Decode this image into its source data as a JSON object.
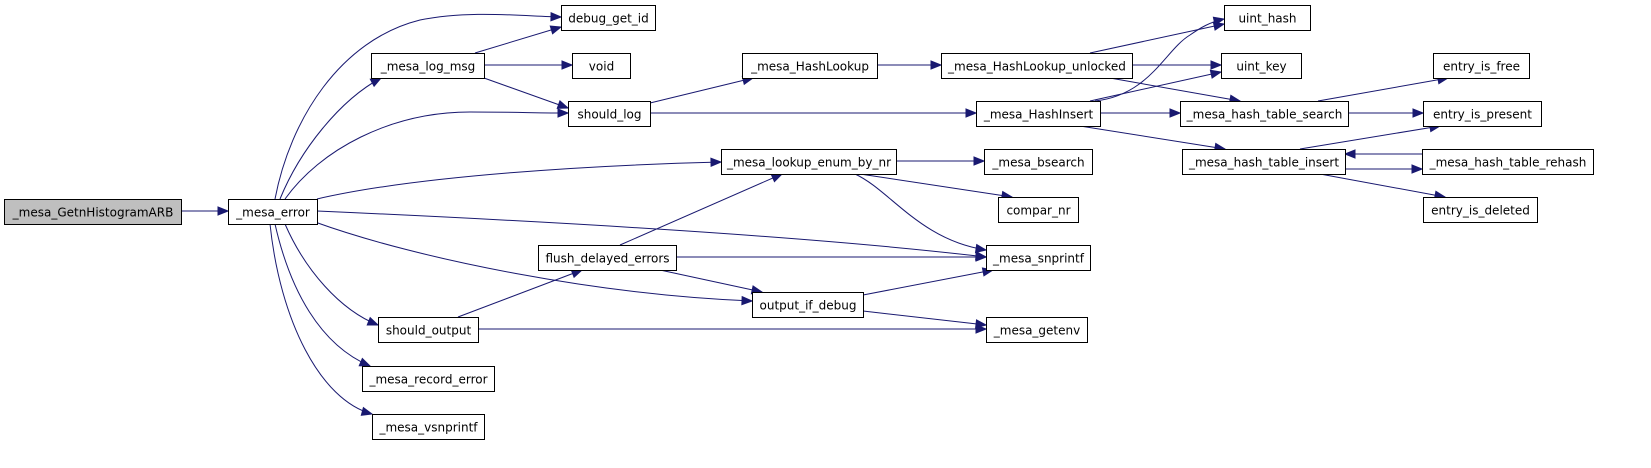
{
  "graph": {
    "edge_color": "#191970",
    "root_fill": "#bfbfbf",
    "nodes": [
      {
        "id": "n_getn",
        "label": "_mesa_GetnHistogramARB",
        "root": true
      },
      {
        "id": "n_error",
        "label": "_mesa_error"
      },
      {
        "id": "n_debug_get_id",
        "label": "debug_get_id"
      },
      {
        "id": "n_log_msg",
        "label": "_mesa_log_msg"
      },
      {
        "id": "n_void",
        "label": "void"
      },
      {
        "id": "n_should_log",
        "label": "should_log"
      },
      {
        "id": "n_hashlookup",
        "label": "_mesa_HashLookup"
      },
      {
        "id": "n_hashlookup_unlocked",
        "label": "_mesa_HashLookup_unlocked"
      },
      {
        "id": "n_uint_hash",
        "label": "uint_hash"
      },
      {
        "id": "n_uint_key",
        "label": "uint_key"
      },
      {
        "id": "n_entry_is_free",
        "label": "entry_is_free"
      },
      {
        "id": "n_hashinsert",
        "label": "_mesa_HashInsert"
      },
      {
        "id": "n_ht_search",
        "label": "_mesa_hash_table_search"
      },
      {
        "id": "n_entry_is_present",
        "label": "entry_is_present"
      },
      {
        "id": "n_ht_insert",
        "label": "_mesa_hash_table_insert"
      },
      {
        "id": "n_ht_rehash",
        "label": "_mesa_hash_table_rehash"
      },
      {
        "id": "n_entry_is_deleted",
        "label": "entry_is_deleted"
      },
      {
        "id": "n_lookup_enum",
        "label": "_mesa_lookup_enum_by_nr"
      },
      {
        "id": "n_bsearch",
        "label": "_mesa_bsearch"
      },
      {
        "id": "n_compar_nr",
        "label": "compar_nr"
      },
      {
        "id": "n_snprintf",
        "label": "_mesa_snprintf"
      },
      {
        "id": "n_flush",
        "label": "flush_delayed_errors"
      },
      {
        "id": "n_output_if_debug",
        "label": "output_if_debug"
      },
      {
        "id": "n_should_output",
        "label": "should_output"
      },
      {
        "id": "n_getenv",
        "label": "_mesa_getenv"
      },
      {
        "id": "n_record_error",
        "label": "_mesa_record_error"
      },
      {
        "id": "n_vsnprintf",
        "label": "_mesa_vsnprintf"
      }
    ],
    "edges": [
      [
        "n_getn",
        "n_error"
      ],
      [
        "n_error",
        "n_debug_get_id"
      ],
      [
        "n_error",
        "n_log_msg"
      ],
      [
        "n_error",
        "n_should_log"
      ],
      [
        "n_error",
        "n_lookup_enum"
      ],
      [
        "n_error",
        "n_snprintf"
      ],
      [
        "n_error",
        "n_output_if_debug"
      ],
      [
        "n_error",
        "n_should_output"
      ],
      [
        "n_error",
        "n_record_error"
      ],
      [
        "n_error",
        "n_vsnprintf"
      ],
      [
        "n_log_msg",
        "n_debug_get_id"
      ],
      [
        "n_log_msg",
        "n_void"
      ],
      [
        "n_log_msg",
        "n_should_log"
      ],
      [
        "n_should_log",
        "n_hashlookup"
      ],
      [
        "n_should_log",
        "n_hashinsert"
      ],
      [
        "n_hashlookup",
        "n_hashlookup_unlocked"
      ],
      [
        "n_hashlookup_unlocked",
        "n_uint_hash"
      ],
      [
        "n_hashlookup_unlocked",
        "n_uint_key"
      ],
      [
        "n_hashlookup_unlocked",
        "n_ht_search"
      ],
      [
        "n_hashinsert",
        "n_uint_hash"
      ],
      [
        "n_hashinsert",
        "n_uint_key"
      ],
      [
        "n_hashinsert",
        "n_ht_search"
      ],
      [
        "n_hashinsert",
        "n_ht_insert"
      ],
      [
        "n_ht_search",
        "n_entry_is_free"
      ],
      [
        "n_ht_search",
        "n_entry_is_present"
      ],
      [
        "n_ht_insert",
        "n_entry_is_present"
      ],
      [
        "n_ht_insert",
        "n_ht_rehash"
      ],
      [
        "n_ht_insert",
        "n_entry_is_deleted"
      ],
      [
        "n_ht_rehash",
        "n_ht_insert"
      ],
      [
        "n_lookup_enum",
        "n_bsearch"
      ],
      [
        "n_lookup_enum",
        "n_compar_nr"
      ],
      [
        "n_lookup_enum",
        "n_snprintf"
      ],
      [
        "n_flush",
        "n_lookup_enum"
      ],
      [
        "n_flush",
        "n_snprintf"
      ],
      [
        "n_flush",
        "n_output_if_debug"
      ],
      [
        "n_output_if_debug",
        "n_snprintf"
      ],
      [
        "n_output_if_debug",
        "n_getenv"
      ],
      [
        "n_should_output",
        "n_flush"
      ],
      [
        "n_should_output",
        "n_getenv"
      ]
    ]
  }
}
